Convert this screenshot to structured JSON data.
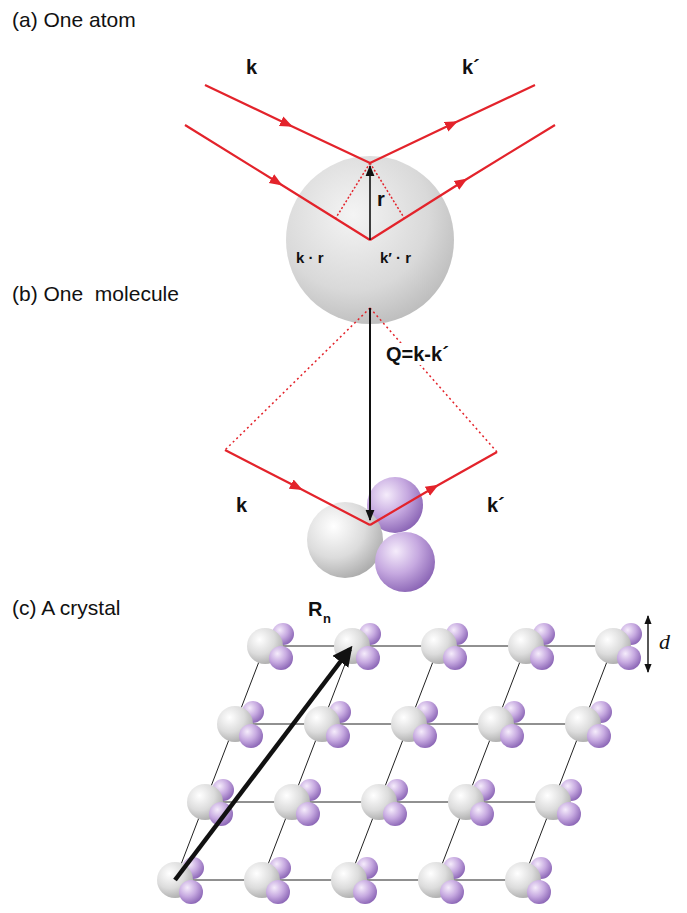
{
  "diagram": {
    "labels": [
      "(a) One atom",
      "k",
      "k´",
      "r",
      "k · r",
      "k′ · r",
      "(b) One  molecule",
      "Q=k-k´",
      "k",
      "k´",
      "(c) A crystal",
      "R",
      "n",
      "d"
    ]
  }
}
